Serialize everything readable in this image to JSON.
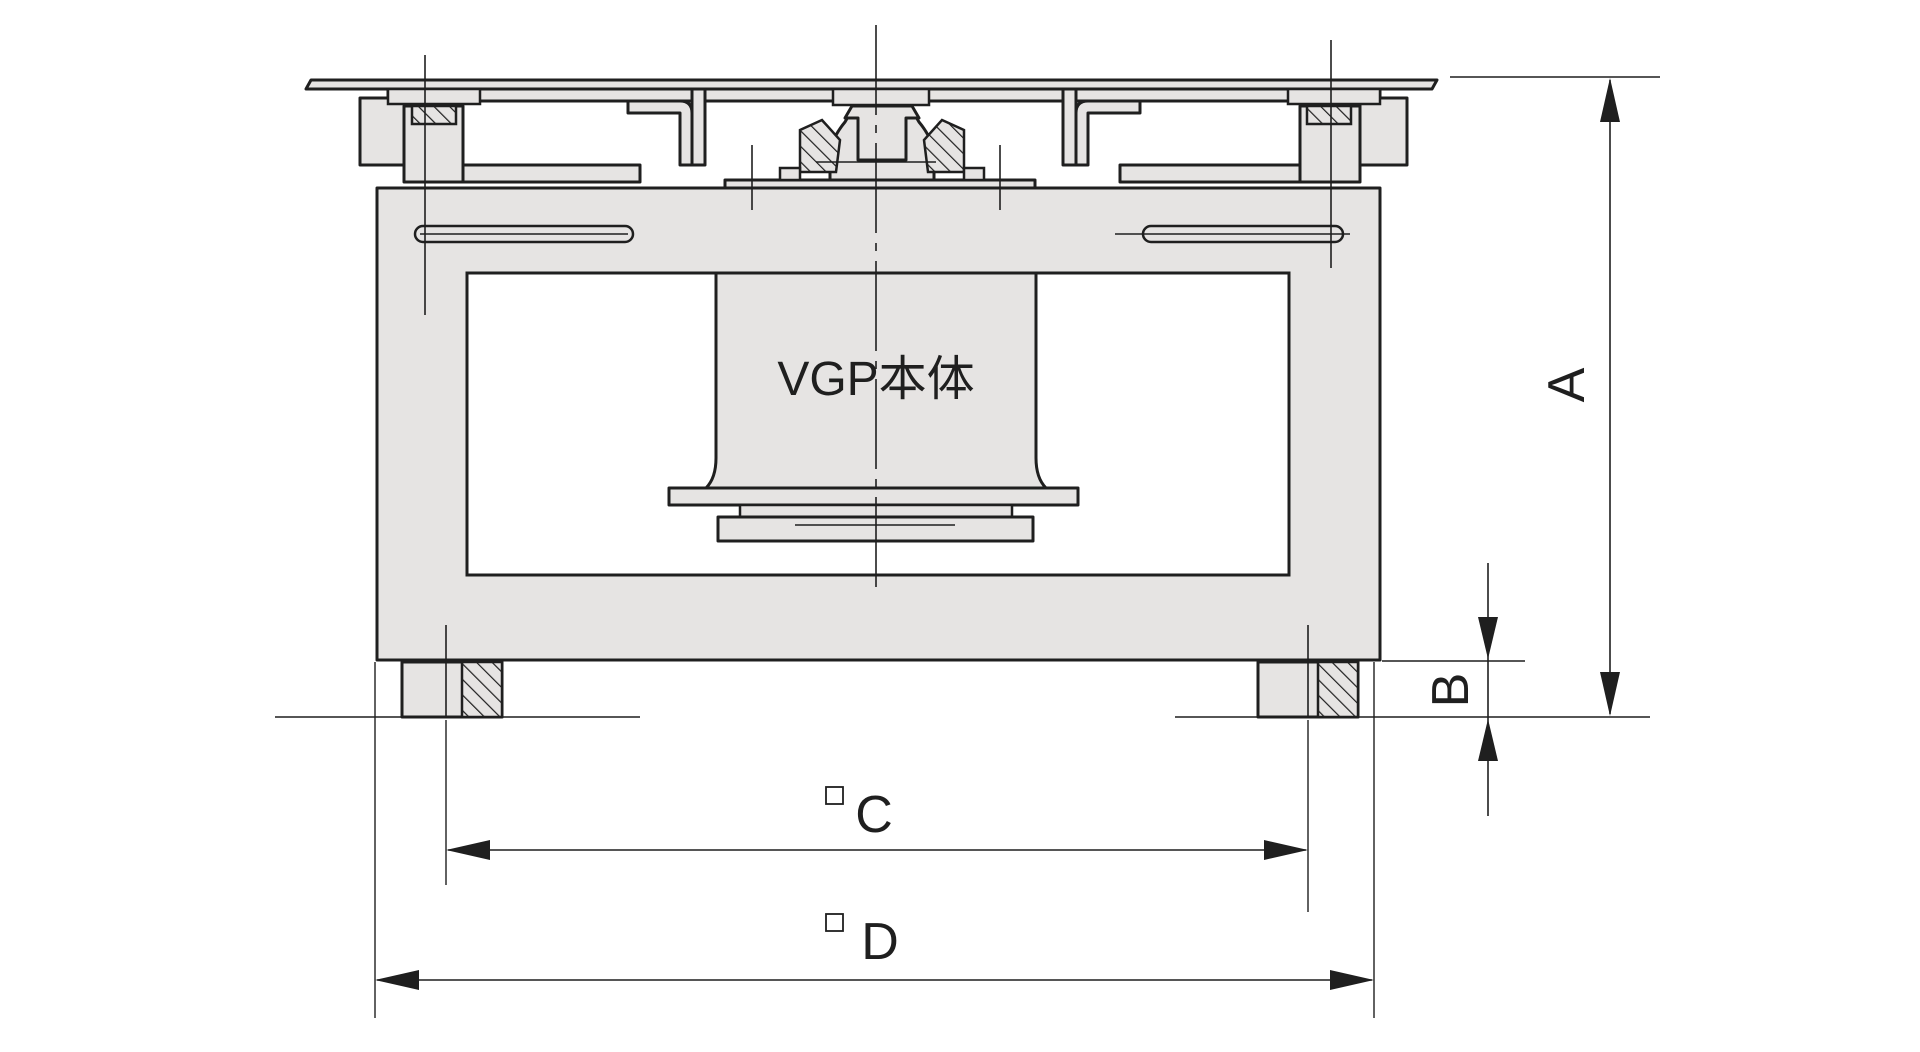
{
  "labels": {
    "body": "VGP本体",
    "dim_a": "A",
    "dim_b": "B",
    "dim_c": "C",
    "dim_d": "D"
  },
  "colors": {
    "fill": "#e6e4e3",
    "stroke": "#1f1f1f",
    "background": "#ffffff"
  },
  "icons": {
    "square_symbol": "square-outline-icon"
  }
}
